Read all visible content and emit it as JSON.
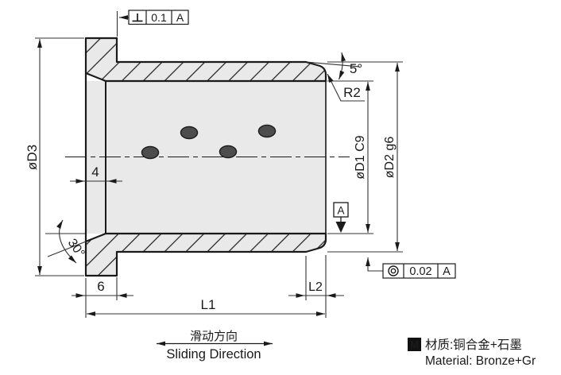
{
  "colors": {
    "background": "#ffffff",
    "part_line": "#1a1a1a",
    "dimension_line": "#333333",
    "section_fill": "#e9e9e9",
    "graphite_plug_fill": "#4d4d4d"
  },
  "dimensions": {
    "flange_diameter": "øD3",
    "inner_diameter": "øD1 C9",
    "outer_diameter": "øD2 g6",
    "overall_length": "L1",
    "end_taper_length": "L2",
    "bore_chamfer_length": "4",
    "flange_thickness": "6",
    "bore_chamfer_angle": "30°",
    "end_taper_angle": "5°",
    "corner_radius": "R2"
  },
  "gdt": {
    "perpendicularity": {
      "symbol": "⊥",
      "tolerance": "0.1",
      "datum": "A"
    },
    "concentricity": {
      "symbol": "◎",
      "tolerance": "0.02",
      "datum": "A"
    },
    "datum_label": "A"
  },
  "annotations": {
    "sliding_direction_zh": "滑动方向",
    "sliding_direction_en": "Sliding Direction",
    "material_marker": "M",
    "material_zh": "材质:铜合金+石墨",
    "material_en": "Material: Bronze+Gr"
  }
}
